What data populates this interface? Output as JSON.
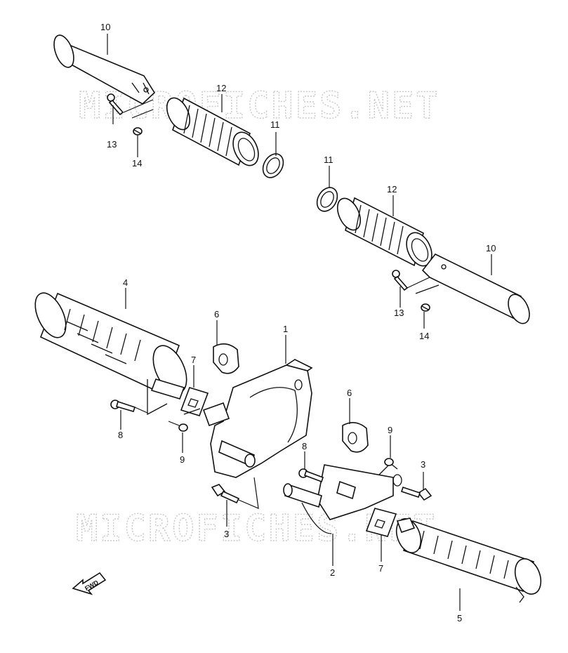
{
  "watermark": "MICROFICHES.NET",
  "fwd_label": "FWD",
  "callouts": {
    "c1": "1",
    "c2": "2",
    "c3a": "3",
    "c3b": "3",
    "c4": "4",
    "c5": "5",
    "c6a": "6",
    "c6b": "6",
    "c7a": "7",
    "c7b": "7",
    "c8a": "8",
    "c8b": "8",
    "c9a": "9",
    "c9b": "9",
    "c10a": "10",
    "c10b": "10",
    "c11a": "11",
    "c11b": "11",
    "c12a": "12",
    "c12b": "12",
    "c13a": "13",
    "c13b": "13",
    "c14a": "14",
    "c14b": "14"
  }
}
